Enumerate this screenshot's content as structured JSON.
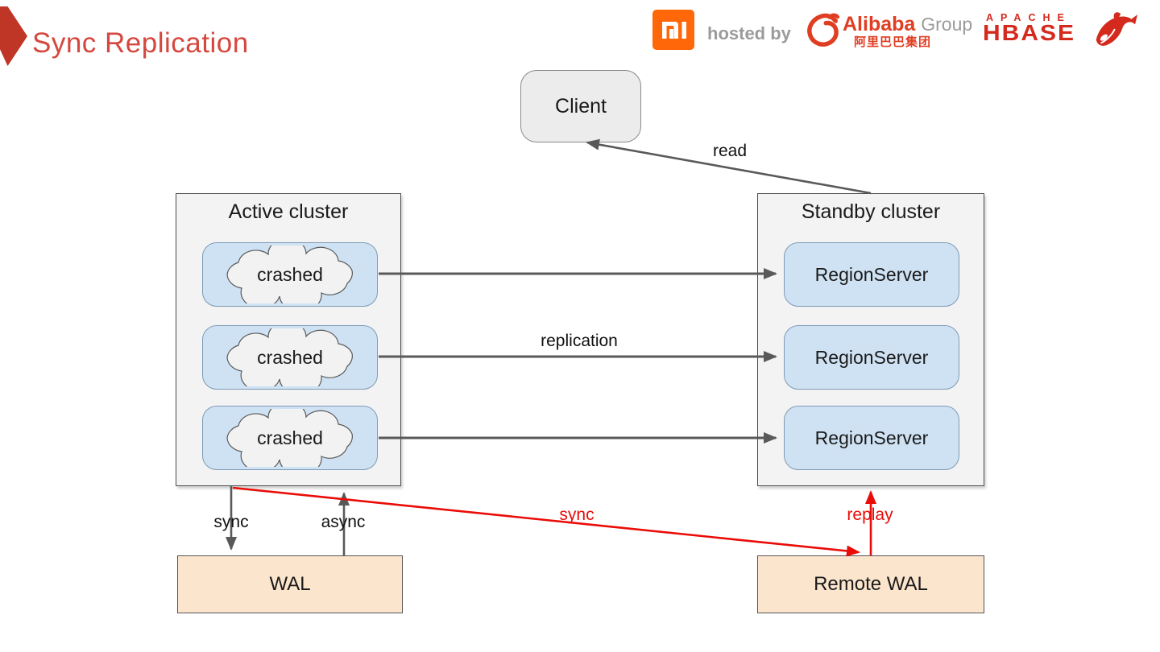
{
  "slide": {
    "title": "Sync Replication"
  },
  "header": {
    "hosted_by": "hosted by",
    "alibaba": {
      "name": "Alibaba",
      "group": "Group",
      "chinese": "阿里巴巴集团"
    },
    "hbase": {
      "apache": "APACHE",
      "name": "HBASE"
    }
  },
  "diagram": {
    "client": "Client",
    "active_cluster": {
      "title": "Active cluster",
      "nodes": [
        "crashed",
        "crashed",
        "crashed"
      ]
    },
    "standby_cluster": {
      "title": "Standby cluster",
      "nodes": [
        "RegionServer",
        "RegionServer",
        "RegionServer"
      ]
    },
    "wal": "WAL",
    "remote_wal": "Remote WAL",
    "labels": {
      "read": "read",
      "replication": "replication",
      "sync_to_wal": "sync",
      "async_from_wal": "async",
      "sync_to_remote": "sync",
      "replay": "replay"
    }
  },
  "colors": {
    "title_red": "#d5483f",
    "chevron_red": "#bf3627",
    "xiaomi_orange": "#ff6709",
    "header_gray": "#9b9b9b",
    "alibaba_red": "#e03e23",
    "hbase_red": "#d42a1d",
    "cluster_fill": "#f3f3f3",
    "node_blue": "#cfe2f3",
    "cloud_fill": "#f2f2f2",
    "wal_fill": "#fce5cd",
    "arrow_gray": "#595959",
    "arrow_red": "#ea0c07"
  }
}
